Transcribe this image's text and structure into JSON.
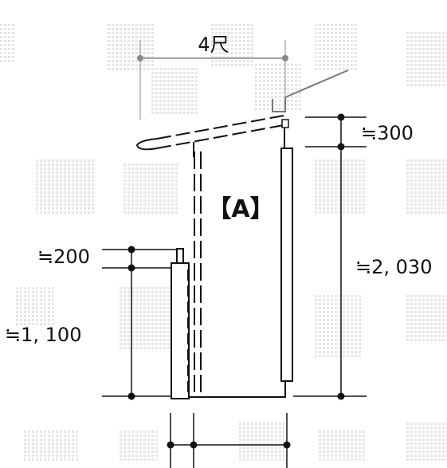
{
  "diagram": {
    "unit_label": "4尺",
    "section_label": "【A】",
    "dimensions": {
      "top_gap": "≒300",
      "total_height": "≒2, 030",
      "side_gap": "≒200",
      "side_height": "≒1, 100"
    }
  },
  "colors": {
    "line": "#111111",
    "roof_gray": "#777777",
    "watermark": "#e6e6e6"
  }
}
